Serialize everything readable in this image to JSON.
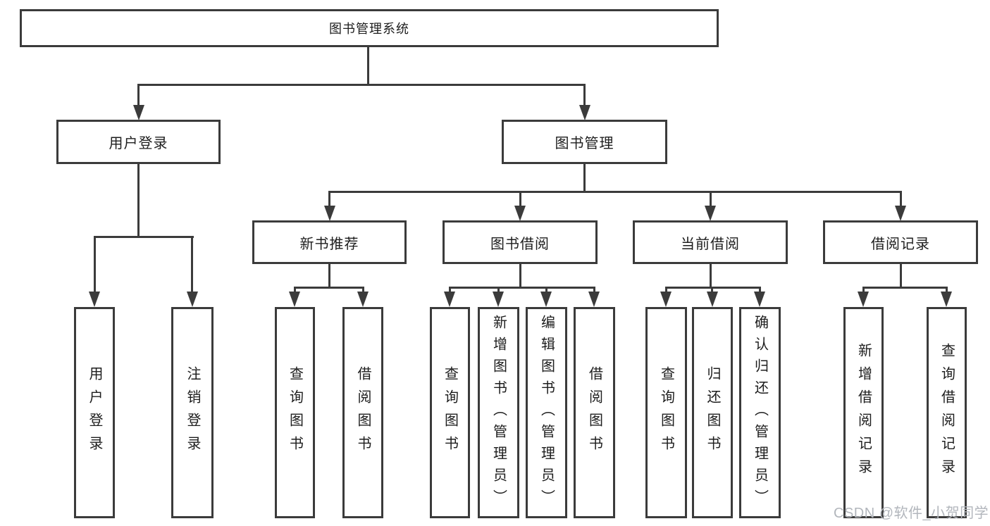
{
  "nodes": {
    "root": {
      "label": "图书管理系统"
    },
    "user_login": {
      "label": "用户登录"
    },
    "book_mgmt": {
      "label": "图书管理"
    },
    "new_book_rec": {
      "label": "新书推荐"
    },
    "book_borrow": {
      "label": "图书借阅"
    },
    "current_borrow": {
      "label": "当前借阅"
    },
    "borrow_record": {
      "label": "借阅记录"
    },
    "ul_login": {
      "label": "用户登录"
    },
    "ul_logout": {
      "label": "注销登录"
    },
    "nb_query": {
      "label": "查询图书"
    },
    "nb_borrow": {
      "label": "借阅图书"
    },
    "bb_query": {
      "label": "查询图书"
    },
    "bb_add": {
      "label": "新增图书（管理员）"
    },
    "bb_edit": {
      "label": "编辑图书（管理员）"
    },
    "bb_borrow": {
      "label": "借阅图书"
    },
    "cb_query": {
      "label": "查询图书"
    },
    "cb_return": {
      "label": "归还图书"
    },
    "cb_confirm": {
      "label": "确认归还（管理员）"
    },
    "br_add": {
      "label": "新增借阅记录"
    },
    "br_query": {
      "label": "查询借阅记录"
    }
  },
  "hierarchy": {
    "图书管理系统": {
      "用户登录": [
        "用户登录",
        "注销登录"
      ],
      "图书管理": {
        "新书推荐": [
          "查询图书",
          "借阅图书"
        ],
        "图书借阅": [
          "查询图书",
          "新增图书（管理员）",
          "编辑图书（管理员）",
          "借阅图书"
        ],
        "当前借阅": [
          "查询图书",
          "归还图书",
          "确认归还（管理员）"
        ],
        "借阅记录": [
          "新增借阅记录",
          "查询借阅记录"
        ]
      }
    }
  },
  "watermark": {
    "text": "CSDN @软件_小贺同学",
    "color": "#b2b6bc"
  },
  "colors": {
    "line": "#3b3b3b",
    "box_border": "#3b3b3b",
    "text": "#1d1d1d",
    "background": "#ffffff"
  }
}
